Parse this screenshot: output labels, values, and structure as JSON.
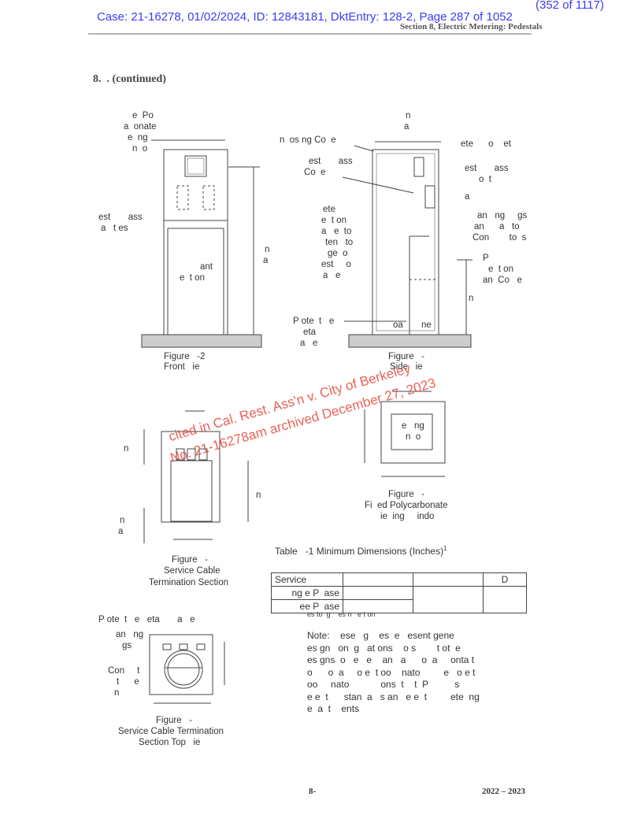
{
  "stamp": {
    "count": "(352 of 1117)",
    "case_line": "Case: 21-16278, 01/02/2024, ID: 12843181, DktEntry: 128-2, Page 287 of 1052"
  },
  "header": {
    "section": "Section 8, Electric Metering: Pedestals"
  },
  "heading": "8.  . (continued)",
  "fig_front": {
    "labels": [
      "e  Po",
      "a  onate",
      "e  ng",
      "n  o",
      "est       ass",
      "a   t es",
      "ant",
      "e  t on",
      "n",
      "a"
    ],
    "caption1": "Figure   -2",
    "caption2": "Front   ie"
  },
  "fig_side": {
    "labels": [
      "n",
      "a",
      "n  os ng Co  e",
      "est       ass",
      "Co  e",
      "ete      o    et",
      "est       ass",
      "o  t",
      "a",
      "ete",
      "e  t on",
      "a   e  to",
      "ten   to",
      "ge  o",
      "est     o",
      "a   e",
      "an   ng     gs",
      "an      a   to",
      "Con        to  s",
      "P",
      "e  t on",
      "an  Co   e",
      "n",
      "P ote  t   e",
      "eta",
      "a   e",
      "oa",
      "ne"
    ],
    "caption1": "Figure   -",
    "caption2": "Side   ie"
  },
  "fig_term": {
    "labels": [
      "n",
      "n",
      "n",
      "a"
    ],
    "caption1": "Figure   -",
    "caption2": "Service Cable",
    "caption3": "Termination Section"
  },
  "fig_window": {
    "labels": [
      "e   ng",
      "n  o"
    ],
    "caption1": "Figure   -",
    "caption2": "Fi  ed Polycarbonate",
    "caption3": "ie  ing     indo"
  },
  "fig_top": {
    "labels": [
      "P ote  t   e   eta       a   e",
      "an   ng",
      "gs",
      "Con     t",
      "t      e",
      "n"
    ],
    "caption1": "Figure   -",
    "caption2": "Service Cable Termination",
    "caption3": "Section Top   ie"
  },
  "table": {
    "title": "Table   -1 Minimum Dimensions (Inches)",
    "title_sup": "1",
    "header": [
      "Service",
      "",
      "",
      "D"
    ],
    "rows": [
      "ng e P  ase",
      "ee P  ase"
    ],
    "footnote": "es to  g    es n   e t on"
  },
  "note": {
    "label": "Note:",
    "lines": [
      "    ese   g    es  e   esent gene",
      "es gn   on  g   at ons    o s        t ot  e",
      "es gns  o   e   e    an   a      o  a     onta t",
      "o      o  a     o e  t oo    nato         e   o e t",
      "oo     nato            ons  t    t  P          s",
      "e e  t      stan  a   s an   e e  t         ete  ng",
      "e  a  t    ents"
    ]
  },
  "watermark": {
    "line1": "cited in Cal. Rest. Ass'n v. City of Berkeley",
    "line2": "No. 21-16278am archived December 27, 2023"
  },
  "footer": {
    "page": "8-",
    "year": "2022 – 2023"
  }
}
